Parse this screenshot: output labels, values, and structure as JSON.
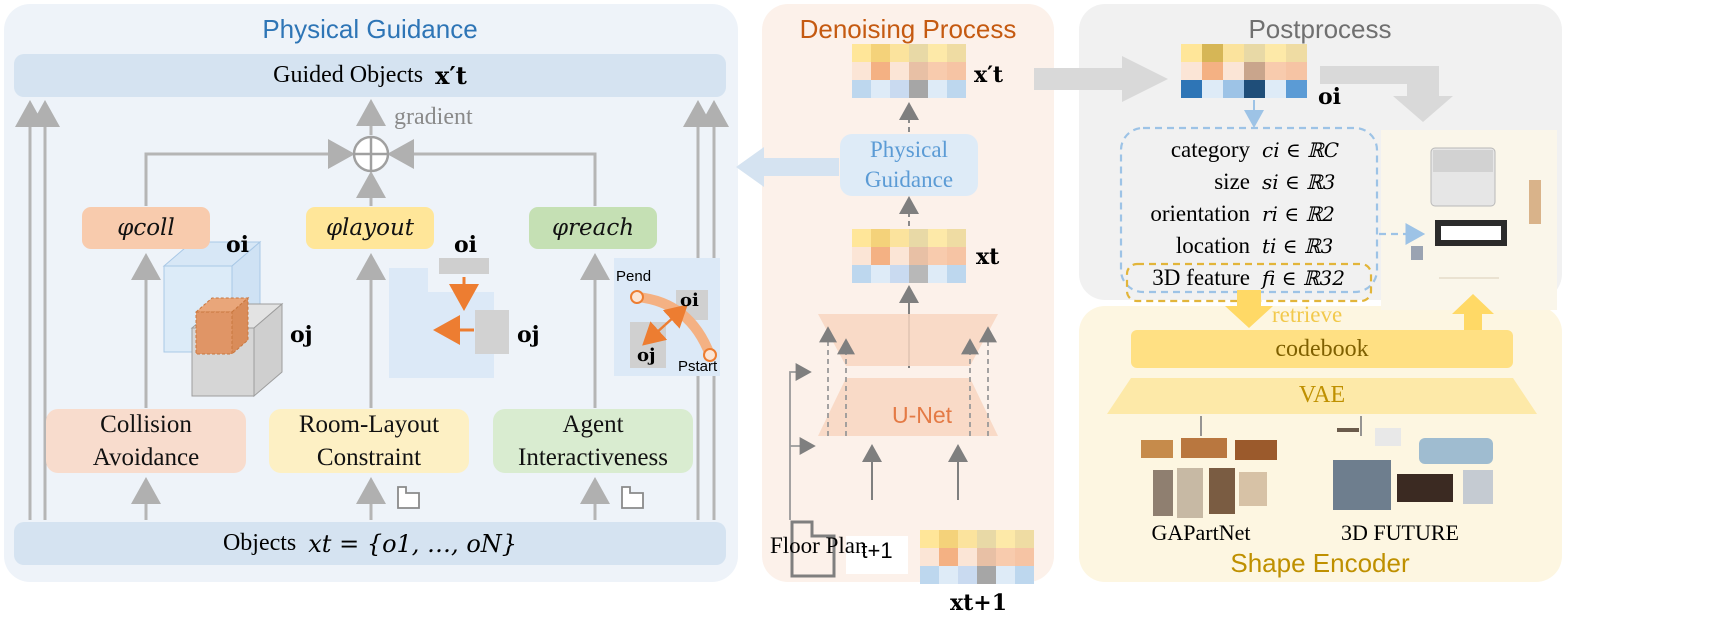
{
  "physical": {
    "title": "Physical Guidance",
    "guided_label": "Guided Objects",
    "guided_math": "x′t",
    "gradient": "gradient",
    "phi_coll": "φcoll",
    "phi_layout": "φlayout",
    "phi_reach": "φreach",
    "collision": "Collision Avoidance",
    "room_layout": "Room-Layout Constraint",
    "agent": "Agent Interactiveness",
    "objects_label": "Objects",
    "objects_math": "xt = {o1, …, oN}",
    "oi": "oi",
    "oj": "oj",
    "p_end": "Pend",
    "p_start": "Pstart"
  },
  "denoise": {
    "title": "Denoising Process",
    "physical_guidance": "Physical Guidance",
    "xt_prime": "x′t",
    "xt": "xt",
    "unet": "U-Net",
    "t_plus_1": "t+1",
    "floor_plan": "Floor Plan",
    "xt1": "xt+1"
  },
  "post": {
    "title": "Postprocess",
    "oi": "oi",
    "rows": [
      {
        "label": "category",
        "math": "ci ∈ ℝC"
      },
      {
        "label": "size",
        "math": "si ∈ ℝ3"
      },
      {
        "label": "orientation",
        "math": "ri ∈ ℝ2"
      },
      {
        "label": "location",
        "math": "ti ∈ ℝ3"
      },
      {
        "label": "3D feature",
        "math": "fi ∈ ℝ32"
      }
    ]
  },
  "shape": {
    "retrieve": "retrieve",
    "codebook": "codebook",
    "vae": "VAE",
    "gapartnet": "GAPartNet",
    "future": "3D FUTURE",
    "title": "Shape Encoder"
  },
  "colors": {
    "blue_title": "#2e75b6",
    "orange_title": "#c55a11",
    "yellow_title": "#bf9000",
    "collision_bg": "#f8dccd",
    "layout_bg": "#fdf0c4",
    "agent_bg": "#d9ecd0",
    "arrow_orange": "#ed7d31"
  }
}
